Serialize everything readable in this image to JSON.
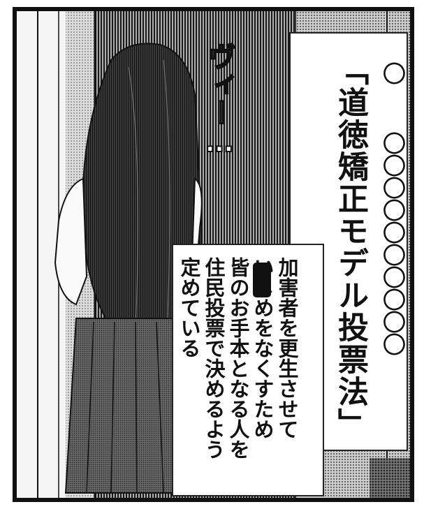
{
  "caption": {
    "title": "「道徳矯正モデル投票法」",
    "body_lines": [
      "加害者を更生させて",
      "いじめをなくすため",
      "皆のお手本となる人を",
      "住民投票で決めるよう",
      "定めている"
    ],
    "redaction_mark": "■",
    "placeholder_circles": [
      "〇",
      "〇〇〇〇〇〇〇〇〇〇"
    ]
  },
  "sound_effect": {
    "text": "ヴィー…"
  }
}
